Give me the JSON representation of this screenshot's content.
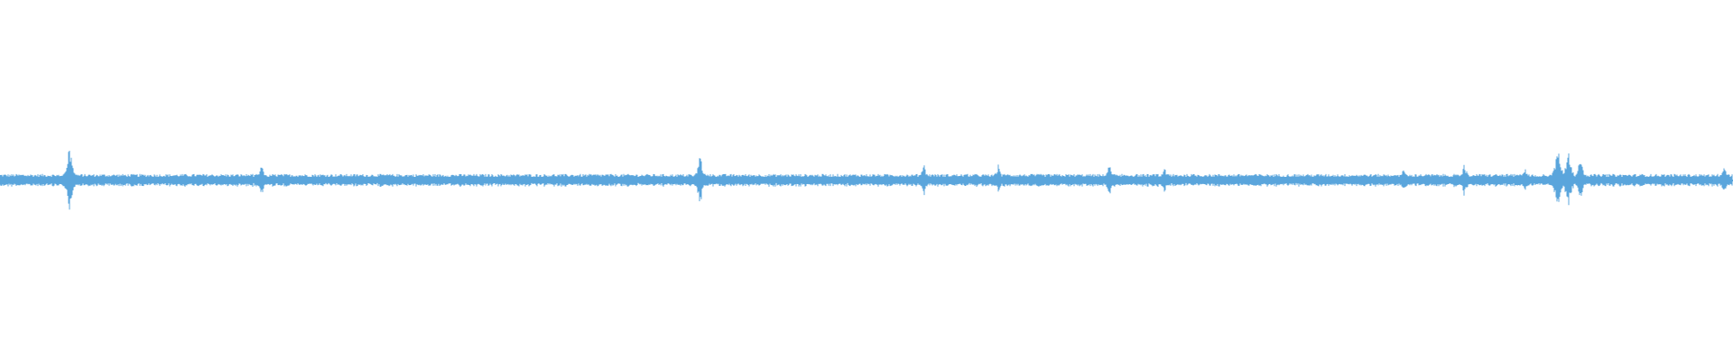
{
  "waveform": {
    "color": "#5aa5dc",
    "background": "#ffffff",
    "baseline_amplitude": 0.018,
    "transients": [
      {
        "position": 0.04,
        "amplitude": 0.11
      },
      {
        "position": 0.151,
        "amplitude": 0.045
      },
      {
        "position": 0.404,
        "amplitude": 0.075
      },
      {
        "position": 0.533,
        "amplitude": 0.05
      },
      {
        "position": 0.576,
        "amplitude": 0.045
      },
      {
        "position": 0.64,
        "amplitude": 0.05
      },
      {
        "position": 0.672,
        "amplitude": 0.04
      },
      {
        "position": 0.81,
        "amplitude": 0.04
      },
      {
        "position": 0.845,
        "amplitude": 0.05
      },
      {
        "position": 0.88,
        "amplitude": 0.04
      },
      {
        "position": 0.899,
        "amplitude": 0.1
      },
      {
        "position": 0.905,
        "amplitude": 0.09
      },
      {
        "position": 0.912,
        "amplitude": 0.07
      },
      {
        "position": 0.995,
        "amplitude": 0.04
      }
    ]
  }
}
